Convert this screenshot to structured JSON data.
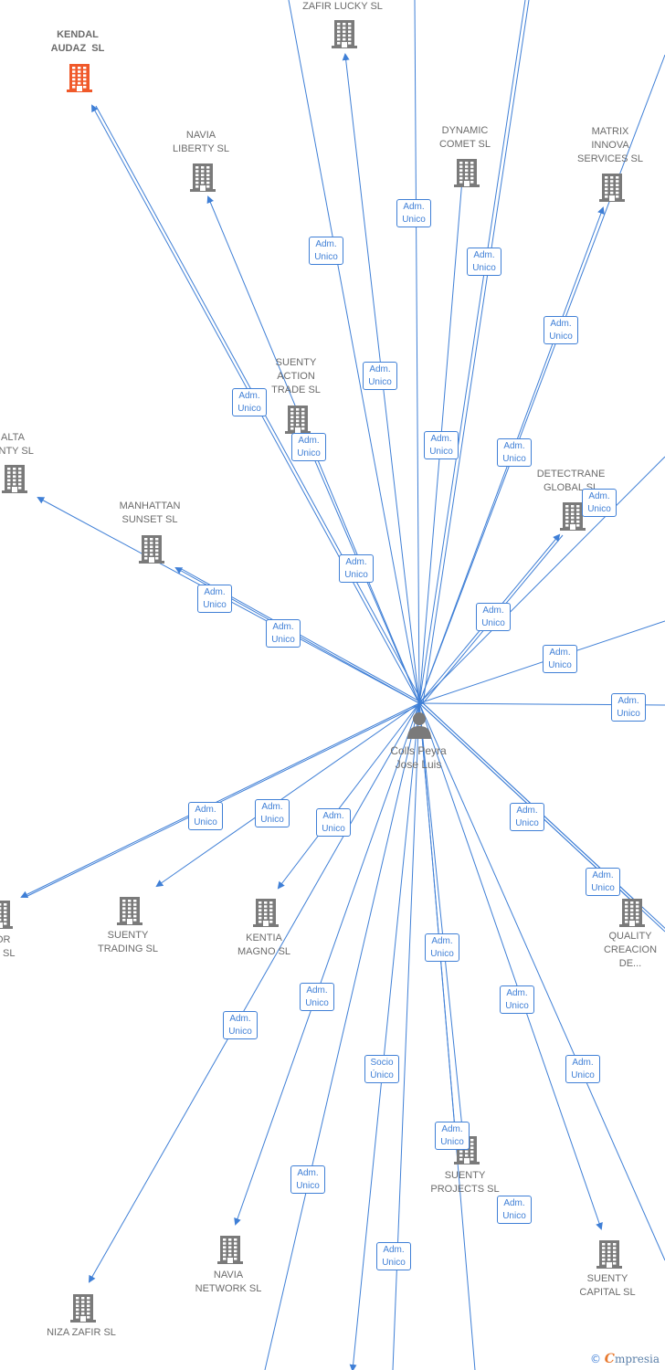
{
  "person": {
    "name": "Colls Peyra\nJose Luis"
  },
  "companies": [
    {
      "id": "kendal",
      "label": "KENDAL\nAUDAZ  SL",
      "color": "#f0592a",
      "highlight": true
    },
    {
      "id": "zafir_lucky",
      "label": "ZAFIR LUCKY SL",
      "color": "#7a7a7a"
    },
    {
      "id": "navia_liberty",
      "label": "NAVIA\nLIBERTY SL",
      "color": "#7a7a7a"
    },
    {
      "id": "dynamic_comet",
      "label": "DYNAMIC\nCOMET SL",
      "color": "#7a7a7a"
    },
    {
      "id": "matrix_innova",
      "label": "MATRIX\nINNOVA\nSERVICES SL",
      "color": "#7a7a7a"
    },
    {
      "id": "suenty_action",
      "label": "SUENTY\nACTION\nTRADE SL",
      "color": "#7a7a7a"
    },
    {
      "id": "alta_enty",
      "label": "ALTA\nENTY SL",
      "color": "#7a7a7a"
    },
    {
      "id": "manhattan",
      "label": "MANHATTAN\nSUNSET SL",
      "color": "#7a7a7a"
    },
    {
      "id": "detectrane",
      "label": "DETECTRANE\nGLOBAL SL",
      "color": "#7a7a7a"
    },
    {
      "id": "tor",
      "label": "TOR\nON SL",
      "color": "#7a7a7a"
    },
    {
      "id": "suenty_trading",
      "label": "SUENTY\nTRADING SL",
      "color": "#7a7a7a"
    },
    {
      "id": "kentia",
      "label": "KENTIA\nMAGNO SL",
      "color": "#7a7a7a"
    },
    {
      "id": "quality",
      "label": "QUALITY\nCREACION\nDE...",
      "color": "#7a7a7a"
    },
    {
      "id": "suenty_projects",
      "label": "SUENTY\nPROJECTS SL",
      "color": "#7a7a7a"
    },
    {
      "id": "navia_network",
      "label": "NAVIA\nNETWORK SL",
      "color": "#7a7a7a"
    },
    {
      "id": "suenty_capital",
      "label": "SUENTY\nCAPITAL SL",
      "color": "#7a7a7a"
    },
    {
      "id": "niza_zafir",
      "label": "NIZA ZAFIR SL",
      "color": "#7a7a7a"
    }
  ],
  "relations": [
    {
      "id": "r1",
      "text": "Adm.\nUnico"
    },
    {
      "id": "r2",
      "text": "Adm.\nUnico"
    },
    {
      "id": "r3",
      "text": "Adm.\nUnico"
    },
    {
      "id": "r4",
      "text": "Adm.\nUnico"
    },
    {
      "id": "r5",
      "text": "Adm.\nUnico"
    },
    {
      "id": "r6",
      "text": "Adm.\nUnico"
    },
    {
      "id": "r7",
      "text": "Adm.\nUnico"
    },
    {
      "id": "r8",
      "text": "Adm.\nUnico"
    },
    {
      "id": "r9",
      "text": "Adm.\nUnico"
    },
    {
      "id": "r10",
      "text": "Adm.\nUnico"
    },
    {
      "id": "r11",
      "text": "Adm.\nUnico"
    },
    {
      "id": "r12",
      "text": "Adm.\nUnico"
    },
    {
      "id": "r13",
      "text": "Adm.\nUnico"
    },
    {
      "id": "r14",
      "text": "Adm.\nUnico"
    },
    {
      "id": "r15",
      "text": "Adm.\nUnico"
    },
    {
      "id": "r16",
      "text": "Adm.\nUnico"
    },
    {
      "id": "r17",
      "text": "Adm.\nUnico"
    },
    {
      "id": "r18",
      "text": "Adm.\nUnico"
    },
    {
      "id": "r19",
      "text": "Adm.\nUnico"
    },
    {
      "id": "r20",
      "text": "Adm.\nUnico"
    },
    {
      "id": "r21",
      "text": "Adm.\nUnico"
    },
    {
      "id": "r22",
      "text": "Adm.\nUnico"
    },
    {
      "id": "r23",
      "text": "Adm.\nUnico"
    },
    {
      "id": "r24",
      "text": "Adm.\nUnico"
    },
    {
      "id": "r25",
      "text": "Adm.\nUnico"
    },
    {
      "id": "r26",
      "text": "Adm.\nUnico"
    },
    {
      "id": "r27",
      "text": "Adm.\nUnico"
    },
    {
      "id": "r28",
      "text": "Adm.\nUnico"
    },
    {
      "id": "r29",
      "text": "Socio\nÚnico"
    },
    {
      "id": "r30",
      "text": "Adm.\nUnico"
    },
    {
      "id": "r31",
      "text": "Adm.\nUnico"
    }
  ],
  "footer": {
    "copyright": "©",
    "brand_initial": "C",
    "brand_rest": "mpresia"
  }
}
